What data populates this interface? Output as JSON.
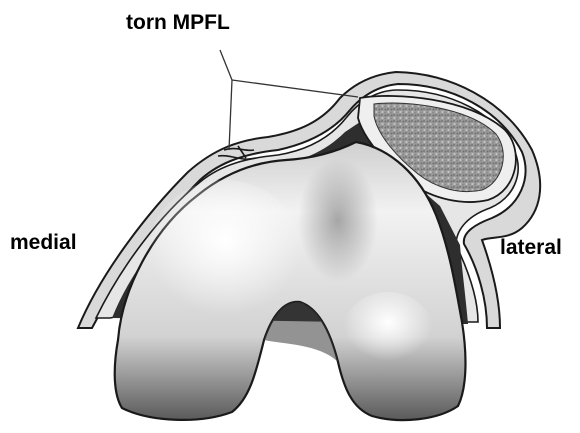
{
  "labels": {
    "torn_mpfl": "torn MPFL",
    "medial": "medial",
    "lateral": "lateral"
  },
  "colors": {
    "background": "#ffffff",
    "outline": "#1a1a1a",
    "capsule": "#dcdcdc",
    "label_text": "#000000",
    "patella_bone": "#8a8a8a"
  }
}
